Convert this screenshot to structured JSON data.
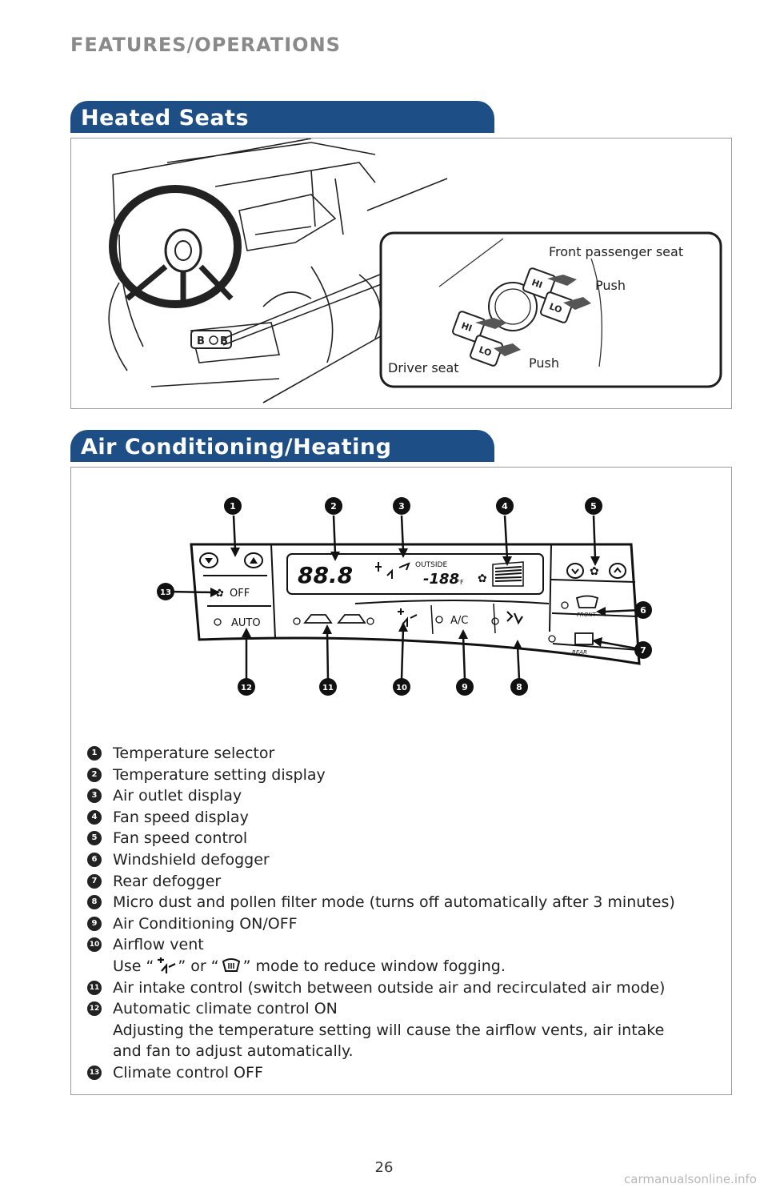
{
  "header": {
    "title": "FEATURES/OPERATIONS"
  },
  "heated_seats": {
    "title": "Heated Seats",
    "labels": {
      "front_passenger": "Front passenger seat",
      "push_top": "Push",
      "push_bottom": "Push",
      "driver": "Driver seat"
    },
    "switch_text": {
      "hi": "HI",
      "lo": "LO"
    }
  },
  "air_conditioning": {
    "title": "Air Conditioning/Heating",
    "panel": {
      "off_label": "OFF",
      "auto_label": "AUTO",
      "ac_label": "A/C",
      "temp_readout": "88.8",
      "outside_label": "OUTSIDE",
      "outside_temp": "-188",
      "unit": "°F",
      "front_label": "FRONT",
      "rear_label": "REAR"
    },
    "callouts": [
      "1",
      "2",
      "3",
      "4",
      "5",
      "6",
      "7",
      "8",
      "9",
      "10",
      "11",
      "12",
      "13"
    ],
    "items": [
      {
        "num": "1",
        "text": "Temperature selector"
      },
      {
        "num": "2",
        "text": "Temperature setting display"
      },
      {
        "num": "3",
        "text": "Air outlet display"
      },
      {
        "num": "4",
        "text": "Fan speed display"
      },
      {
        "num": "5",
        "text": "Fan speed control"
      },
      {
        "num": "6",
        "text": "Windshield defogger"
      },
      {
        "num": "7",
        "text": "Rear defogger"
      },
      {
        "num": "8",
        "text": "Micro dust and pollen filter mode (turns off automatically after 3 minutes)"
      },
      {
        "num": "9",
        "text": "Air Conditioning ON/OFF"
      },
      {
        "num": "10",
        "text": "Airflow vent"
      },
      {
        "num": "11",
        "text": "Air intake control (switch between outside air and recirculated air mode)"
      },
      {
        "num": "12",
        "text": "Automatic climate control ON"
      },
      {
        "num": "13",
        "text": "Climate control OFF"
      }
    ],
    "item10_note": {
      "prefix": "Use “",
      "middle": "” or “",
      "suffix": "” mode to reduce window fogging."
    },
    "item12_note": {
      "line1": "Adjusting the temperature setting will cause the airflow vents, air intake",
      "line2": "and fan to adjust automatically."
    }
  },
  "footer": {
    "page_number": "26",
    "watermark": "carmanualsonline.info"
  }
}
